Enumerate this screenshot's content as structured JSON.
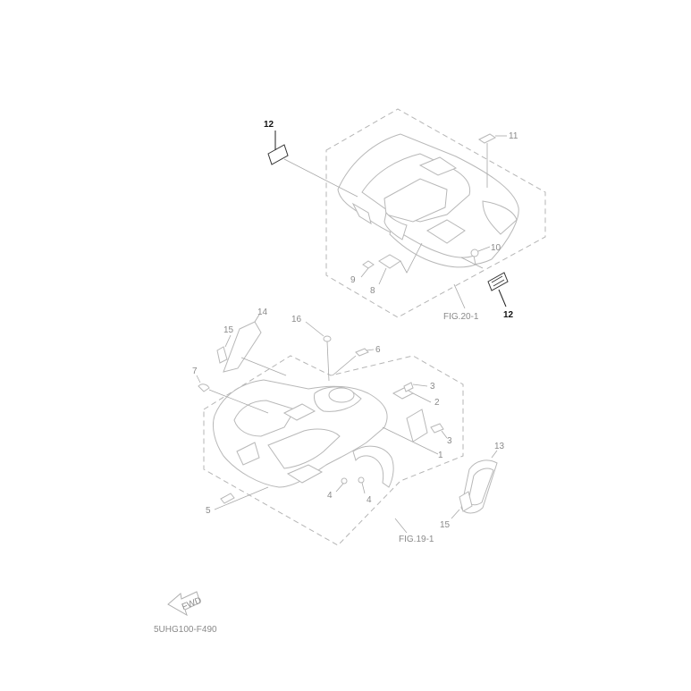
{
  "callouts": {
    "c1": "1",
    "c2": "2",
    "c3a": "3",
    "c3b": "3",
    "c4a": "4",
    "c4b": "4",
    "c5": "5",
    "c6": "6",
    "c7": "7",
    "c8": "8",
    "c9": "9",
    "c10": "10",
    "c11": "11",
    "c12a": "12",
    "c12b": "12",
    "c13": "13",
    "c14": "14",
    "c15a": "15",
    "c15b": "15",
    "c16": "16"
  },
  "figure_refs": {
    "rear": "FIG.20-1",
    "front": "FIG.19-1"
  },
  "fwd_text": "FWD",
  "diagram_code": "5UHG100-F490"
}
